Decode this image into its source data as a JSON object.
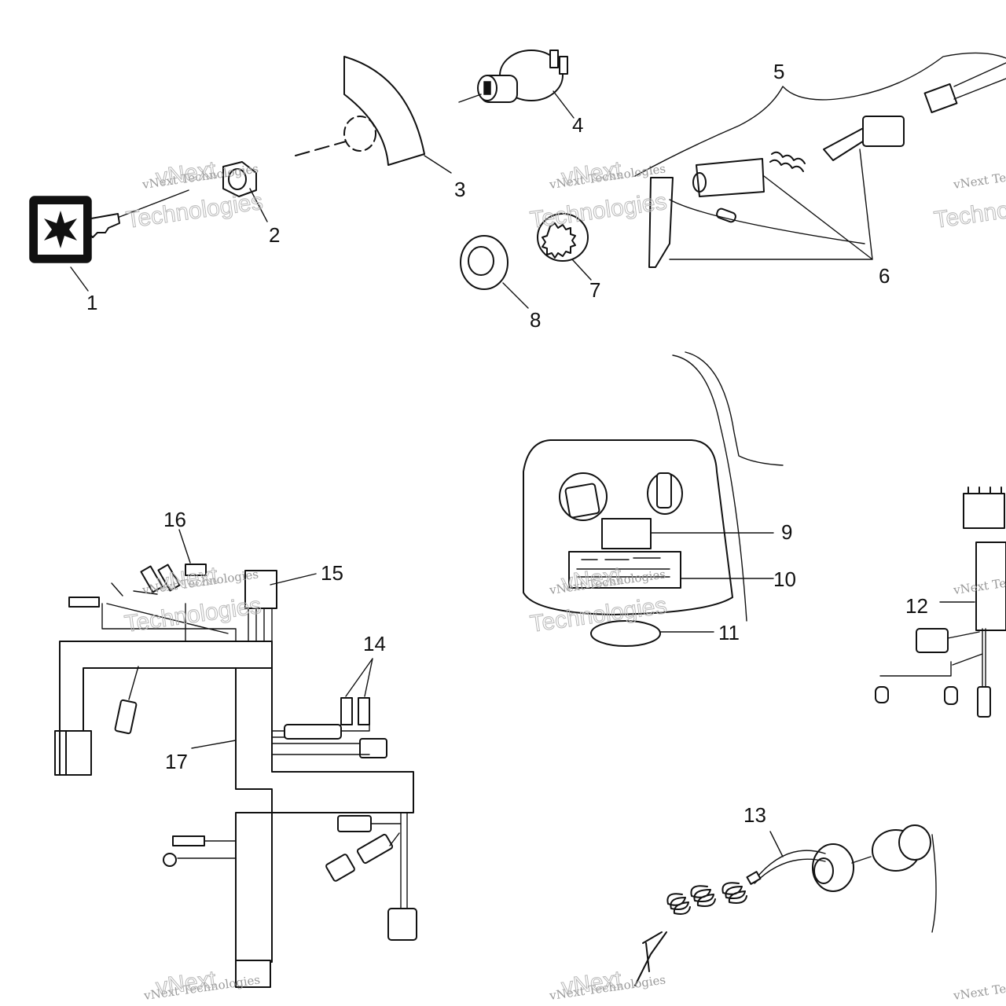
{
  "callouts": {
    "c1": "1",
    "c2": "2",
    "c3": "3",
    "c4": "4",
    "c5": "5",
    "c6": "6",
    "c7": "7",
    "c8": "8",
    "c9": "9",
    "c10": "10",
    "c11": "11",
    "c12": "12",
    "c13": "13",
    "c14": "14",
    "c15": "15",
    "c16": "16",
    "c17": "17"
  },
  "watermark": {
    "line1": "vNext Technologies",
    "line2": "Technologies",
    "line3": "vNext"
  }
}
